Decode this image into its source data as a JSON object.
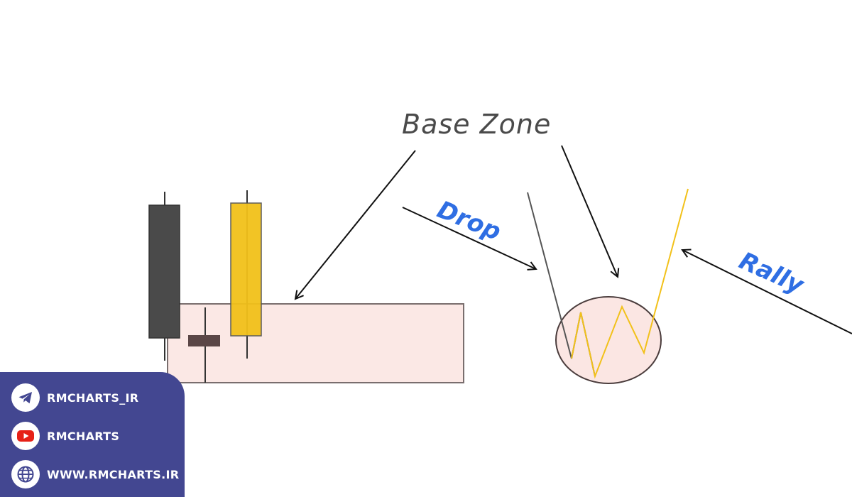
{
  "annotations": {
    "title": "Base Zone",
    "drop": "Drop",
    "rally": "Rally"
  },
  "social": {
    "telegram": "RMCHARTS_IR",
    "youtube": "RMCHARTS",
    "website": "WWW.RMCHARTS.IR"
  },
  "icons": {
    "telegram": "telegram-icon",
    "youtube": "youtube-icon",
    "website": "globe-icon"
  },
  "colors": {
    "bearish_candle": "#4a4a4a",
    "bullish_candle": "#f2c11a",
    "doji_candle": "#5a4646",
    "base_zone_fill": "#fbe6e3",
    "label_blue": "#2f6ee3",
    "panel_bg": "#434791",
    "youtube_red": "#e62117",
    "telegram_blue": "#434791"
  }
}
